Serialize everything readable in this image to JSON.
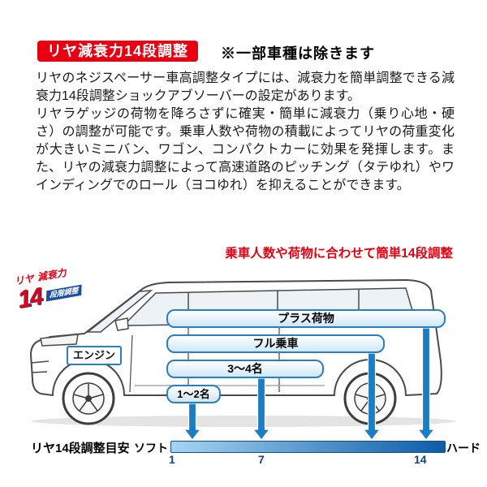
{
  "header": {
    "badge_label": "リヤ減衰力14段調整",
    "note": "※一部車種は除きます"
  },
  "description": {
    "paragraph1": "リヤのネジスペーサー車高調整タイプには、減衰力を簡単調整できる減衰力14段調整ショックアブソーバーの設定があります。",
    "paragraph2": "リヤラゲッジの荷物を降ろさずに確実・簡単に減衰力（乗り心地・硬さ）の調整が可能です。乗車人数や荷物の積載によってリヤの荷重変化が大きいミニバン、ワゴン、コンパクトカーに効果を発揮します。また、リヤの減衰力調整によって高速道路のピッチング（タテゆれ）やワインディングでのロール（ヨコゆれ）を抑えることができます。"
  },
  "diagram": {
    "caption": "乗車人数や荷物に合わせて簡単14段調整",
    "logo": {
      "line1": "リヤ",
      "line2": "減衰力",
      "number": "14",
      "line3": "段階調整"
    },
    "engine_label": "エンジン",
    "load_bars": [
      {
        "label": "プラス荷物"
      },
      {
        "label": "フル乗車"
      },
      {
        "label": "3〜4名"
      },
      {
        "label": "1〜2名"
      }
    ],
    "scale": {
      "title": "リヤ14段調整目安",
      "left_label": "ソフト",
      "right_label": "ハード",
      "ticks": [
        "1",
        "7",
        "14"
      ]
    }
  },
  "colors": {
    "accent_red": "#e60012",
    "bar_border_blue": "#2a7fc0",
    "arrow_blue": "#1c7cc4",
    "scale_gradient_start": "#a6d4f2",
    "scale_gradient_end": "#0d5ca8"
  }
}
